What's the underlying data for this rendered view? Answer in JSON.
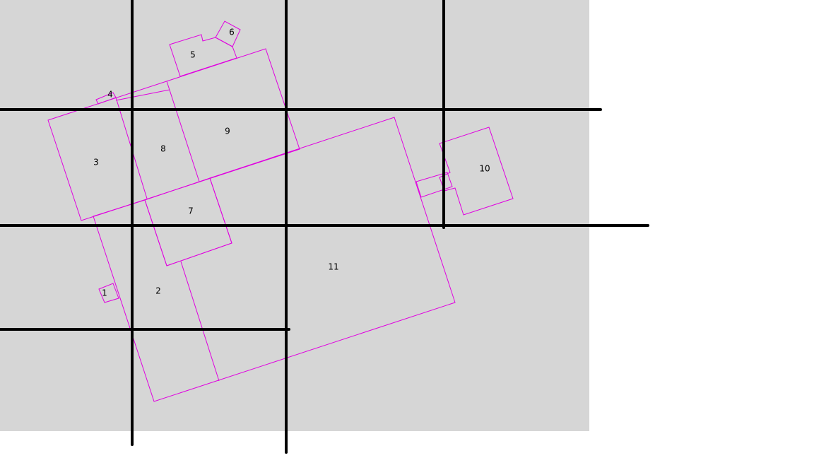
{
  "colors": {
    "background": "#d6d6d6",
    "room_outline": "#e000e0",
    "grid_lines": "#000000"
  },
  "rooms": [
    {
      "id": "room-1",
      "label": "1"
    },
    {
      "id": "room-2",
      "label": "2"
    },
    {
      "id": "room-3",
      "label": "3"
    },
    {
      "id": "room-4",
      "label": "4"
    },
    {
      "id": "room-5",
      "label": "5"
    },
    {
      "id": "room-6",
      "label": "6"
    },
    {
      "id": "room-7",
      "label": "7"
    },
    {
      "id": "room-8",
      "label": "8"
    },
    {
      "id": "room-9",
      "label": "9"
    },
    {
      "id": "room-10",
      "label": "10"
    },
    {
      "id": "room-11",
      "label": "11"
    }
  ]
}
